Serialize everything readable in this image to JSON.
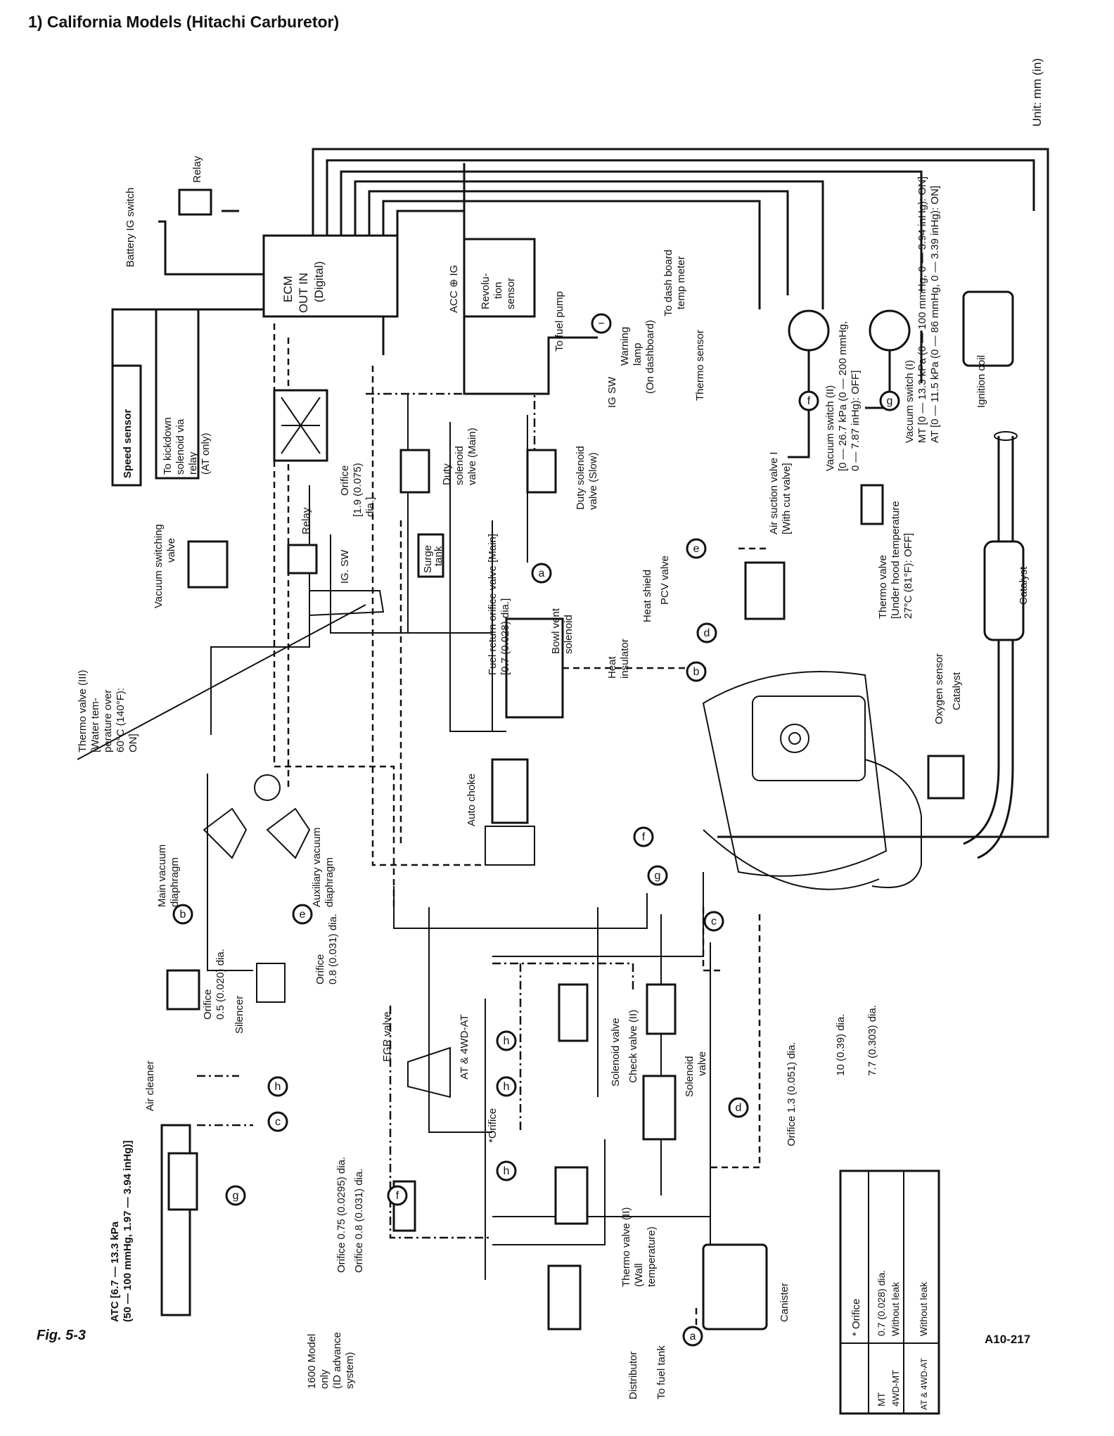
{
  "title": "1) California Models (Hitachi Carburetor)",
  "figure": "Fig. 5-3",
  "drawing_code": "A10-217",
  "unit": "Unit: mm (in)",
  "components": {
    "battery_ig": "Battery IG switch",
    "relay_top": "Relay",
    "speed_sensor": "Speed sensor",
    "kickdown": [
      "To kickdown",
      "solenoid via",
      "relay",
      "(AT only)"
    ],
    "ecm": [
      "ECM",
      "OUT    IN",
      "(Digital)"
    ],
    "acc": "ACC ⊕ IG",
    "revolution_sensor": [
      "Revolu-",
      "tion",
      "sensor"
    ],
    "to_fuel_pump": "To fuel pump",
    "ig_sw_lamp": [
      "IG SW",
      "Warning",
      "lamp",
      "(On dashboard)"
    ],
    "dash_temp": [
      "To dash board",
      "temp meter"
    ],
    "thermo_sensor": "Thermo sensor",
    "vacuum_switch_2": [
      "Vacuum switch (II)",
      "[0 — 26.7 kPa (0 — 200 mmHg,",
      "0 — 7.87 inHg): OFF]"
    ],
    "vacuum_switch_1": [
      "Vacuum switch (I)",
      "MT [0 — 13.3 kPa (0 — 100 mmHg, 0 — 3.94 inHg): ON]",
      "AT [0 — 11.5 kPa (0 — 86 mmHg, 0 — 3.39 inHg): ON]"
    ],
    "ignition_coil": "Ignition coil",
    "catalyst_upper": "Catalyst",
    "catalyst_lower": "Catalyst",
    "oxygen_sensor": "Oxygen sensor",
    "thermo_valve_hood": [
      "Thermo valve",
      "[Under hood temperature",
      "27°C (81°F): OFF]"
    ],
    "air_suction": [
      "Air suction valve I",
      "[With cut valve]"
    ],
    "duty_main": [
      "Duty",
      "solenoid",
      "valve (Main)"
    ],
    "duty_slow": [
      "Duty solenoid",
      "valve (Slow)"
    ],
    "orifice_19": [
      "Orifice",
      "[1.9 (0.075)",
      "dia.]"
    ],
    "surge_tank": [
      "Surge",
      "tank"
    ],
    "relay_mid": "Relay",
    "ig_sw": "IG. SW",
    "vacuum_switching": [
      "Vacuum switching",
      "valve"
    ],
    "thermo_valve_3": [
      "Thermo valve (III)",
      "[Water tem-",
      "perature over",
      "60°C (140°F):",
      "ON]"
    ],
    "fuel_return": [
      "Fuel return orifice valve [Main]",
      "[0.7 (0.028) dia.]"
    ],
    "bowl_vent": [
      "Bowl vent",
      "solenoid"
    ],
    "heat_shield": "Heat shield",
    "pcv": "PCV valve",
    "heat_insulator": [
      "Heat",
      "insulator"
    ],
    "auto_choke": "Auto choke",
    "main_vac_diaphragm": [
      "Main vacuum",
      "diaphragm"
    ],
    "aux_vac_diaphragm": [
      "Auxiliary vacuum",
      "diaphragm"
    ],
    "orifice_05": [
      "Orifice",
      "0.5 (0.020) dia."
    ],
    "silencer": "Silencer",
    "orifice_08_top": [
      "Orifice",
      "0.8 (0.031) dia."
    ],
    "air_cleaner": "Air cleaner",
    "atc": [
      "ATC [6.7 — 13.3 kPa",
      "(50 — 100 mmHg, 1.97 — 3.94 inHg)]"
    ],
    "egr_valve": "EGR valve",
    "at_4wd": "AT & 4WD-AT",
    "solenoid_valve_upper": "Solenoid valve",
    "check_valve": "Check valve (II)",
    "solenoid_valve_lower": [
      "Solenoid",
      "valve"
    ],
    "orifice_13": "Orifice 1.3 (0.051) dia.",
    "dim_10": "10 (0.39) dia.",
    "dim_77": "7.7 (0.303) dia.",
    "orifice_star": "*Orifice",
    "orifice_075": "Orifice 0.75 (0.0295) dia.",
    "orifice_08_low": "Orifice 0.8 (0.031) dia.",
    "thermo_valve_2": [
      "Thermo valve (II)",
      "(Wall",
      "temperature)"
    ],
    "model_1600": [
      "1600 Model",
      "only",
      "(ID advance",
      "system)"
    ],
    "distributor": "Distributor",
    "to_fuel_tank": "To fuel tank",
    "canister": "Canister"
  },
  "connectors": [
    "a",
    "b",
    "c",
    "d",
    "e",
    "f",
    "g",
    "h"
  ],
  "orifice_table": {
    "title": "* Orifice",
    "rows": [
      [
        "MT",
        "0.7 (0.028) dia."
      ],
      [
        "4WD-MT",
        "Without leak"
      ],
      [
        "AT & 4WD-AT",
        "Without leak"
      ]
    ]
  }
}
